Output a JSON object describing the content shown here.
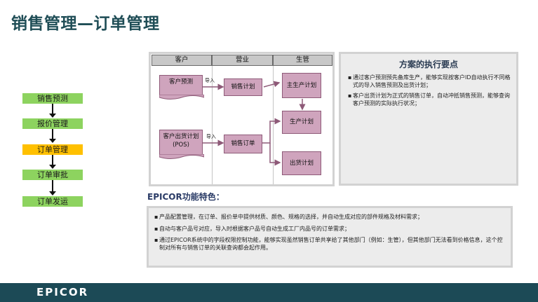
{
  "title": "销售管理—订单管理",
  "flow": {
    "steps": [
      {
        "label": "销售预测",
        "color": "#8dd35f"
      },
      {
        "label": "报价管理",
        "color": "#8dd35f"
      },
      {
        "label": "订单管理",
        "color": "#ffc000"
      },
      {
        "label": "订单审批",
        "color": "#8dd35f"
      },
      {
        "label": "订单发运",
        "color": "#8dd35f"
      }
    ]
  },
  "swimlane": {
    "lanes": [
      "客户",
      "营业",
      "生管"
    ],
    "nodes": {
      "customer_forecast": "客户预测",
      "sales_plan": "销售计划",
      "master_plan": "主生产计划",
      "production_plan": "生产计划",
      "shipment_plan_doc": "客户出货计划(POS)",
      "sales_order": "销售订单",
      "delivery_plan": "出货计划"
    },
    "import_label_1": "导入",
    "import_label_2": "导入",
    "node_color": "#cfa4bd"
  },
  "key_points": {
    "title": "方案的执行要点",
    "items": [
      "通过客户预测预先备库生产，能够实现按客户ID自动执行不同格式的导入销售预测及出货计划；",
      "客户出货计划为正式的销售订单，自动冲抵销售预测，能够查询客户预测的实际执行状况；"
    ]
  },
  "features": {
    "title": "EPICOR功能特色：",
    "items": [
      "产品配置管理，在订单、报价单中提供材质、颜色、规格的选择，并自动生成对应的部件规格及材料需求；",
      "自动与客户品号对应，导入时根据客户品号自动生成工厂内品号的订单需求；",
      "通过EPICOR系统中的字段权限控制功能，能够实现虽然销售订单共享给了其他部门（例如：生管），但其他部门无法看到价格信息，这个控制对所有与销售订单的关联查询都会起作用。"
    ]
  },
  "footer": {
    "logo": "EPICOR",
    "color": "#1c4a56"
  }
}
